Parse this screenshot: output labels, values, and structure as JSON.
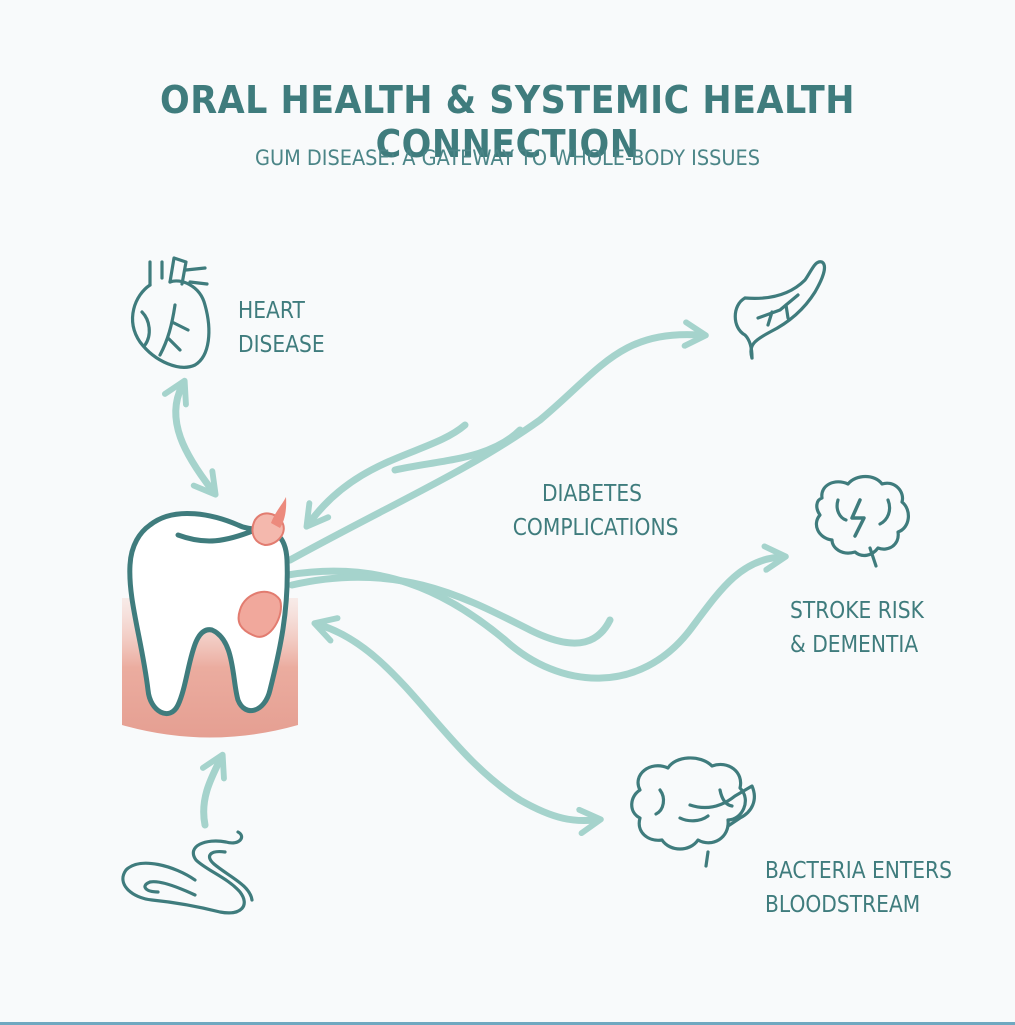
{
  "header": {
    "title": "ORAL HEALTH & SYSTEMIC HEALTH CONNECTION",
    "subtitle": "GUM DISEASE: A GATEWAY TO WHOLE-BODY ISSUES"
  },
  "labels": {
    "heart": [
      "HEART",
      "DISEASE"
    ],
    "diabetes": [
      "DIABETES",
      "COMPLICATIONS"
    ],
    "stroke": [
      "STROKE RISK",
      "& DEMENTIA"
    ],
    "bacteria": [
      "BACTERIA ENTERS",
      "BLOODSTREAM"
    ]
  },
  "icons": {
    "tooth": "tooth-icon",
    "heart": "heart-icon",
    "pancreas": "pancreas-icon",
    "brain": "brain-icon",
    "lungs": "lungs-icon",
    "bacteria": "bacteria-icon"
  },
  "colors": {
    "teal": "#3f7c7d",
    "arrow": "#a5d3cc",
    "gum": "#e9a99b",
    "inflammation": "#e27c70"
  }
}
